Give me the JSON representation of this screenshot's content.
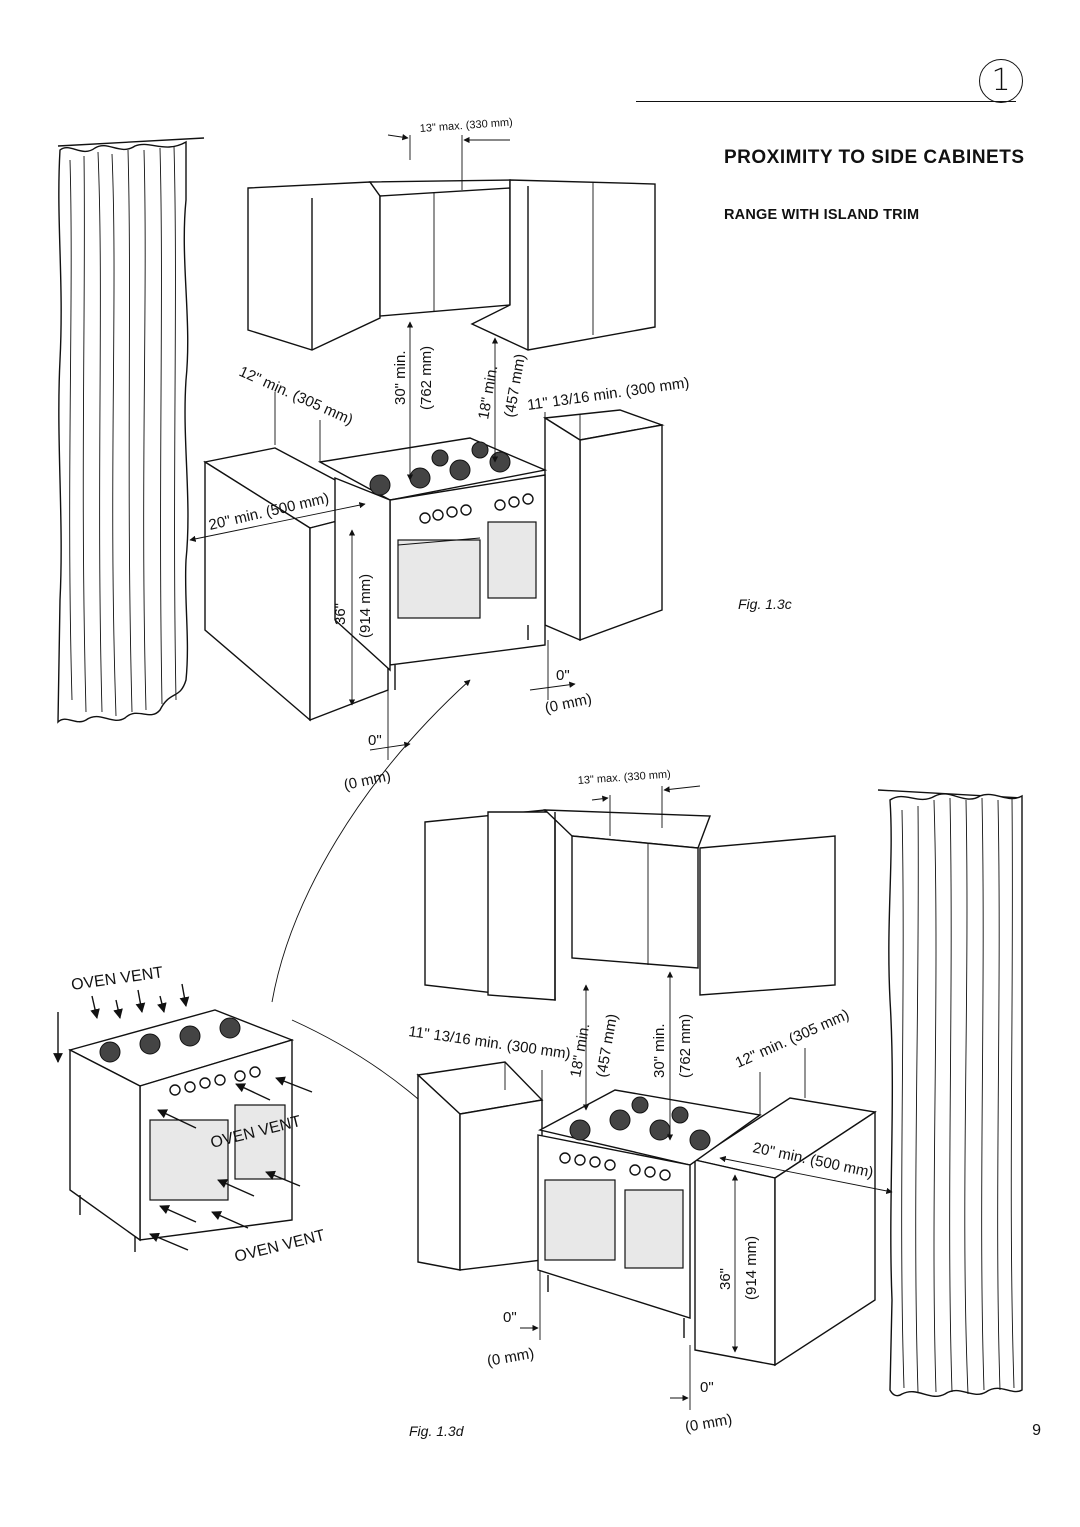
{
  "chapter_badge": "1",
  "section_title": "PROXIMITY TO SIDE CABINETS",
  "subsection_title": "RANGE WITH ISLAND TRIM",
  "page_number": "9",
  "fig_top": {
    "caption": "Fig. 1.3c",
    "hood_overhang": "13\" max. (330 mm)",
    "counter_side": "12\" min. (305 mm)",
    "counter_clearance": "20\" min. (500 mm)",
    "hood_height_in": "30\" min.",
    "hood_height_mm": "(762 mm)",
    "cab_height_in": "18\" min.",
    "cab_height_mm": "(457 mm)",
    "right_clearance": "11\" 13/16 min. (300 mm)",
    "counter_height_in": "36\"",
    "counter_height_mm": "(914 mm)",
    "gap_right_in": "0\"",
    "gap_right_mm": "(0 mm)",
    "gap_left_in": "0\"",
    "gap_left_mm": "(0 mm)"
  },
  "fig_vent": {
    "vent_label_top": "OVEN VENT",
    "vent_label_middle": "OVEN VENT",
    "vent_label_bottom": "OVEN VENT"
  },
  "fig_bottom": {
    "caption": "Fig. 1.3d",
    "hood_overhang": "13\" max. (330 mm)",
    "left_clearance": "11\" 13/16 min. (300 mm)",
    "cab_height_in": "18\" min.",
    "cab_height_mm": "(457 mm)",
    "hood_height_in": "30\" min.",
    "hood_height_mm": "(762 mm)",
    "counter_side": "12\" min. (305 mm)",
    "counter_clearance": "20\" min. (500 mm)",
    "counter_height_in": "36\"",
    "counter_height_mm": "(914 mm)",
    "gap_left_in": "0\"",
    "gap_left_mm": "(0 mm)",
    "gap_right_in": "0\"",
    "gap_right_mm": "(0 mm)"
  }
}
